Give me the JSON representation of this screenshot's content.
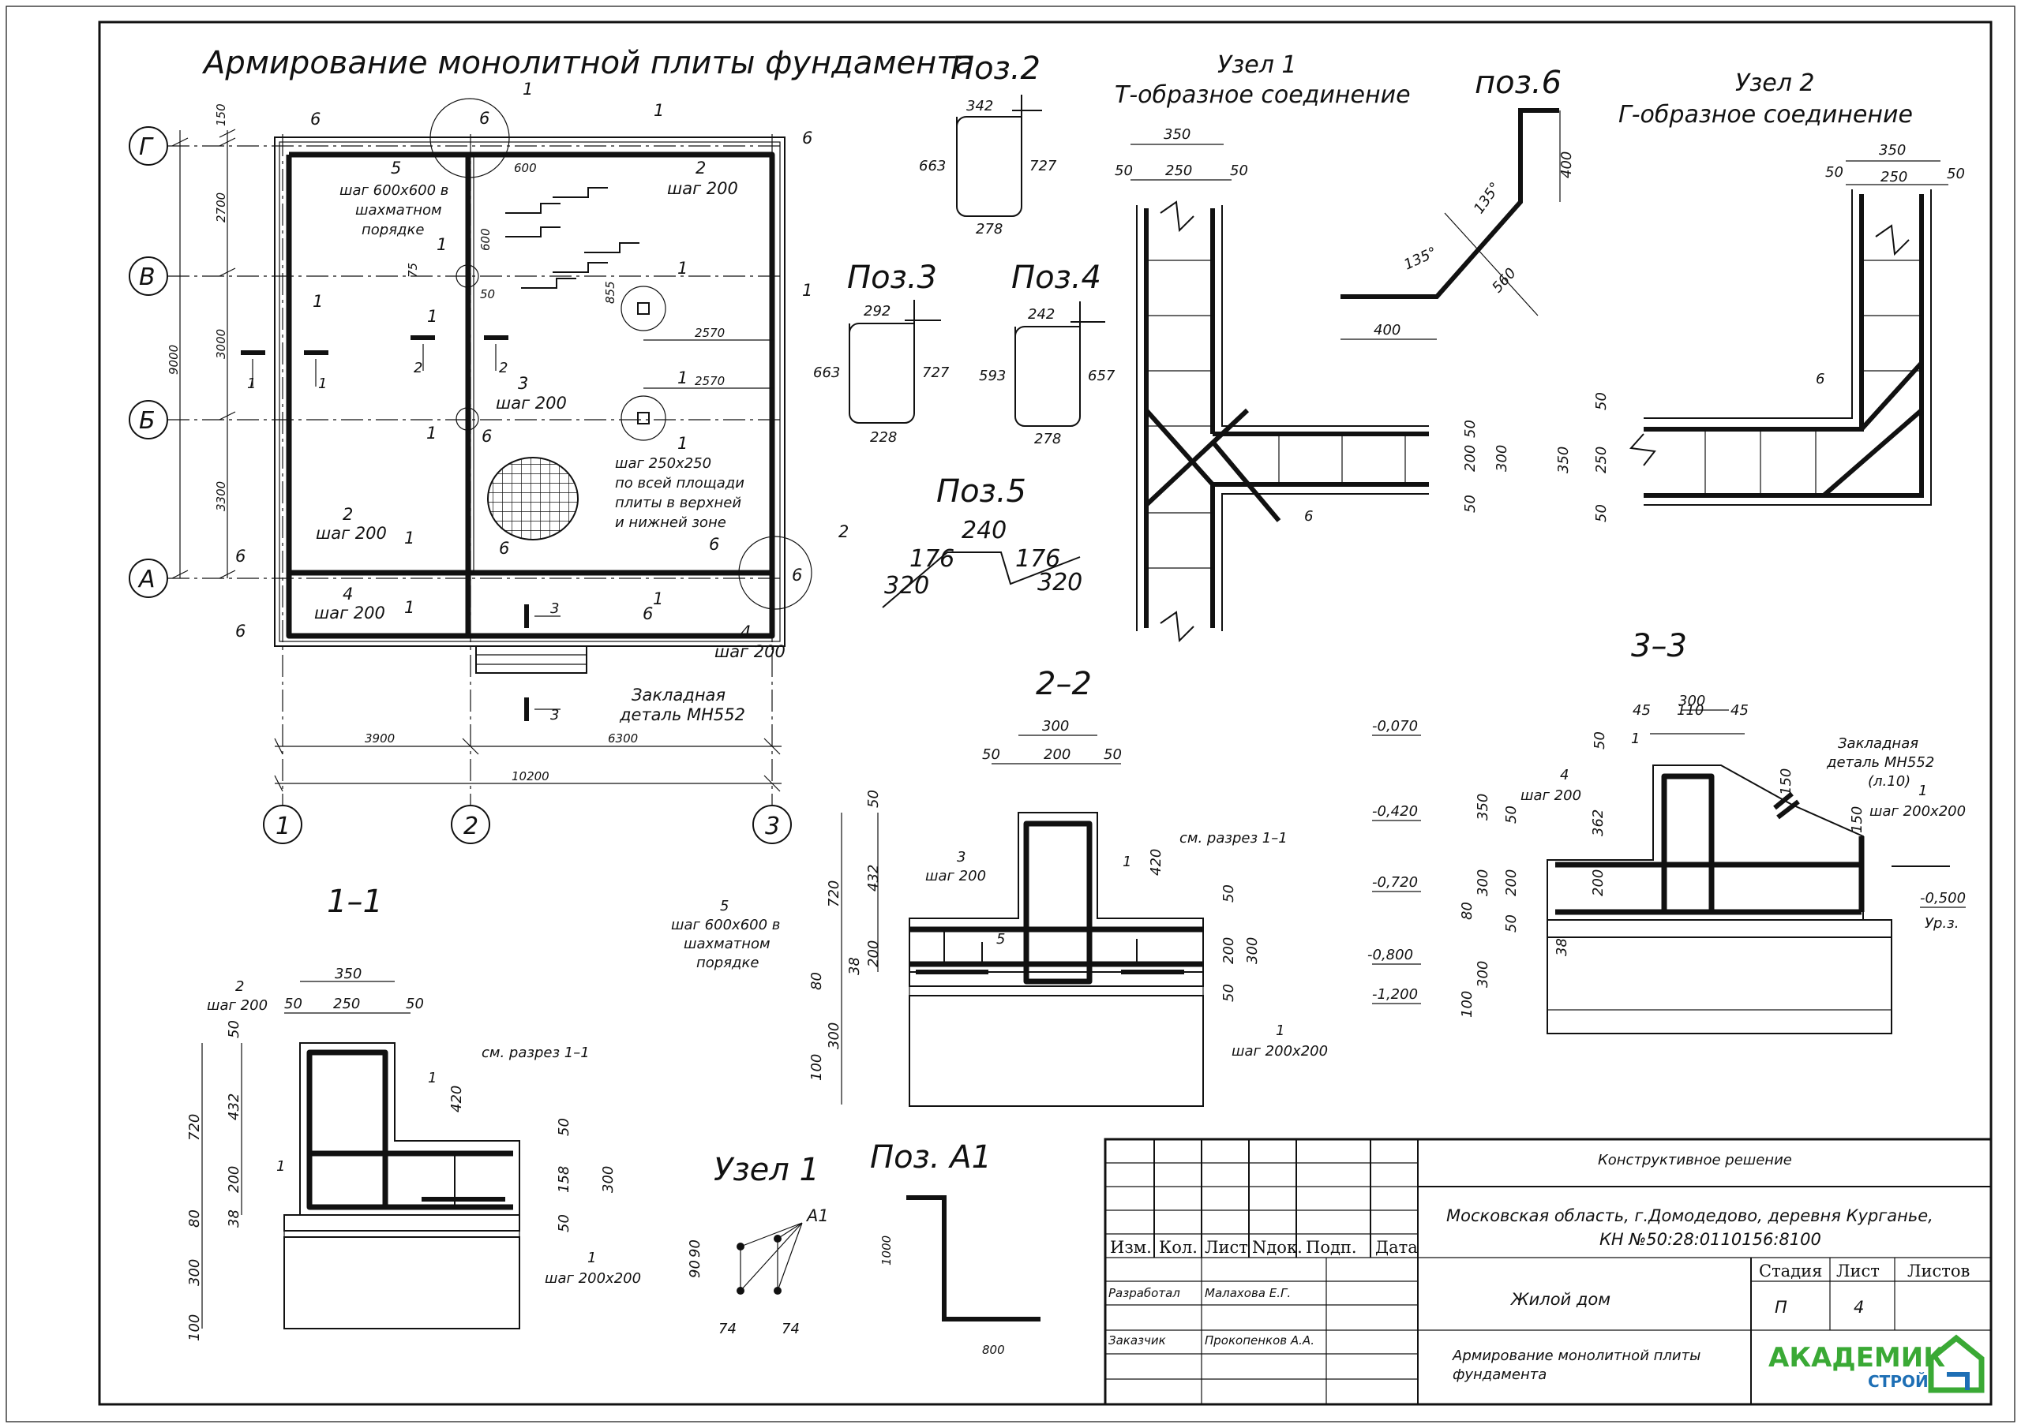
{
  "plan": {
    "title": "Армирование монолитной плиты фундамента",
    "axes_rows": [
      "Г",
      "В",
      "Б",
      "А"
    ],
    "axes_cols": [
      "1",
      "2",
      "3"
    ],
    "dims_left": [
      "150",
      "2700",
      "3000",
      "3300",
      "9000"
    ],
    "dims_bottom": [
      "3900",
      "6300",
      "10200"
    ],
    "dims_misc": [
      "600",
      "600",
      "75",
      "50",
      "855",
      "2570",
      "2570"
    ],
    "labels": {
      "pos1": "1",
      "pos2": "2",
      "pos3": "3",
      "pos4": "4",
      "pos5": "5",
      "pos6": "6",
      "step200": "шаг 200",
      "pos5_note": [
        "шаг 600х600 в",
        "шахматном",
        "порядке"
      ],
      "pos1_note": [
        "шаг 250х250",
        "по всей площади",
        "плиты в верхней",
        "и нижней зоне"
      ],
      "embedded": [
        "Закладная",
        "деталь МН552"
      ]
    },
    "section_marks": [
      "1",
      "1",
      "2",
      "2",
      "3",
      "3"
    ]
  },
  "poz2": {
    "title": "Поз.2",
    "top": "342",
    "left": "663",
    "right": "727",
    "bottom": "278"
  },
  "poz3": {
    "title": "Поз.3",
    "top": "292",
    "left": "663",
    "right": "727",
    "bottom": "228"
  },
  "poz4": {
    "title": "Поз.4",
    "top": "242",
    "left": "593",
    "right": "657",
    "bottom": "278"
  },
  "poz5": {
    "title": "Поз.5",
    "top": "240",
    "l1": "176",
    "l2": "320",
    "r1": "176",
    "r2": "320"
  },
  "poz6": {
    "title": "поз.6",
    "d1": "400",
    "d2": "560",
    "d3": "400",
    "a1": "135°",
    "a2": "135°"
  },
  "uzel1": {
    "title": [
      "Узел 1",
      "Т-образное соединение"
    ],
    "d350": "350",
    "d250": "250",
    "d50a": "50",
    "d50b": "50",
    "v50": "50",
    "v200": "200",
    "v300": "300",
    "v50b": "50",
    "pos": "6"
  },
  "uzel2": {
    "title": [
      "Узел 2",
      "Г-образное соединение"
    ],
    "d350": "350",
    "d250": "250",
    "d50a": "50",
    "d50b": "50",
    "v50": "50",
    "v250": "250",
    "v350": "350",
    "v50b": "50",
    "pos": "6"
  },
  "sec22": {
    "title": "2–2",
    "top": [
      "300",
      "50",
      "200",
      "50"
    ],
    "left": [
      "50",
      "432",
      "720",
      "38",
      "200",
      "80",
      "300",
      "100"
    ],
    "right": [
      "420",
      "50",
      "200",
      "300",
      "50"
    ],
    "labels": {
      "p3": "3",
      "step": "шаг 200",
      "p1": "1",
      "see": "см. разрез 1–1",
      "p5": "5",
      "p5b": "5",
      "p5note": [
        "шаг 600х600 в",
        "шахматном",
        "порядке"
      ],
      "p1b": "1",
      "step2": "шаг 200х200"
    }
  },
  "sec33": {
    "title": "3–3",
    "top": [
      "300",
      "45",
      "110",
      "45"
    ],
    "levels": [
      "-0,070",
      "-0,420",
      "-0,720",
      "-0,800",
      "-1,200",
      "-0,500"
    ],
    "ground": "Ур.з.",
    "left": [
      "50",
      "350",
      "50",
      "300",
      "200",
      "80",
      "50",
      "38",
      "300",
      "100",
      "362",
      "200"
    ],
    "right": [
      "150",
      "150"
    ],
    "labels": {
      "p1": "1",
      "p4": "4",
      "step": "шаг 200",
      "emb": [
        "Закладная",
        "деталь МН552",
        "(л.10)"
      ],
      "p1b": "1",
      "step2": "шаг 200х200"
    }
  },
  "sec11": {
    "title": "1–1",
    "top": [
      "350",
      "50",
      "250",
      "50"
    ],
    "left": [
      "50",
      "432",
      "720",
      "200",
      "80",
      "38",
      "300",
      "100"
    ],
    "right": [
      "420",
      "50",
      "158",
      "300",
      "50"
    ],
    "labels": {
      "p2": "2",
      "step": "шаг 200",
      "p1": "1",
      "see": "см. разрез 1–1",
      "p1b": "1",
      "p1c": "1",
      "step2": "шаг 200х200"
    }
  },
  "uzel1b": {
    "title": "Узел 1",
    "label": "А1",
    "d1": "90",
    "d2": "90",
    "d3": "74",
    "d4": "74"
  },
  "pozA1": {
    "title": "Поз. А1",
    "v": "1000",
    "h": "800"
  },
  "stamp": {
    "headers": [
      "Изм.",
      "Кол.",
      "Лист",
      "Nдок.",
      "Подп.",
      "Дата"
    ],
    "project": "Конструктивное решение",
    "address": [
      "Московская область, г.Домодедово, деревня Курганье,",
      "КН №50:28:0110156:8100"
    ],
    "object": "Жилой дом",
    "stage_h": "Стадия",
    "sheet_h": "Лист",
    "sheets_h": "Листов",
    "stage": "П",
    "sheet": "4",
    "sheets": "",
    "dev_label": "Разработал",
    "dev_name": "Малахова Е.Г.",
    "client_label": "Заказчик",
    "client_name": "Прокопенков А.А.",
    "sheet_title": [
      "Армирование монолитной плиты",
      "фундамента"
    ],
    "logo_main": "АКАДЕМИК",
    "logo_sub": "СТРОЙ"
  },
  "colors": {
    "logo_green": "#3aa935",
    "logo_blue": "#1e6fb5",
    "ink": "#111111"
  }
}
